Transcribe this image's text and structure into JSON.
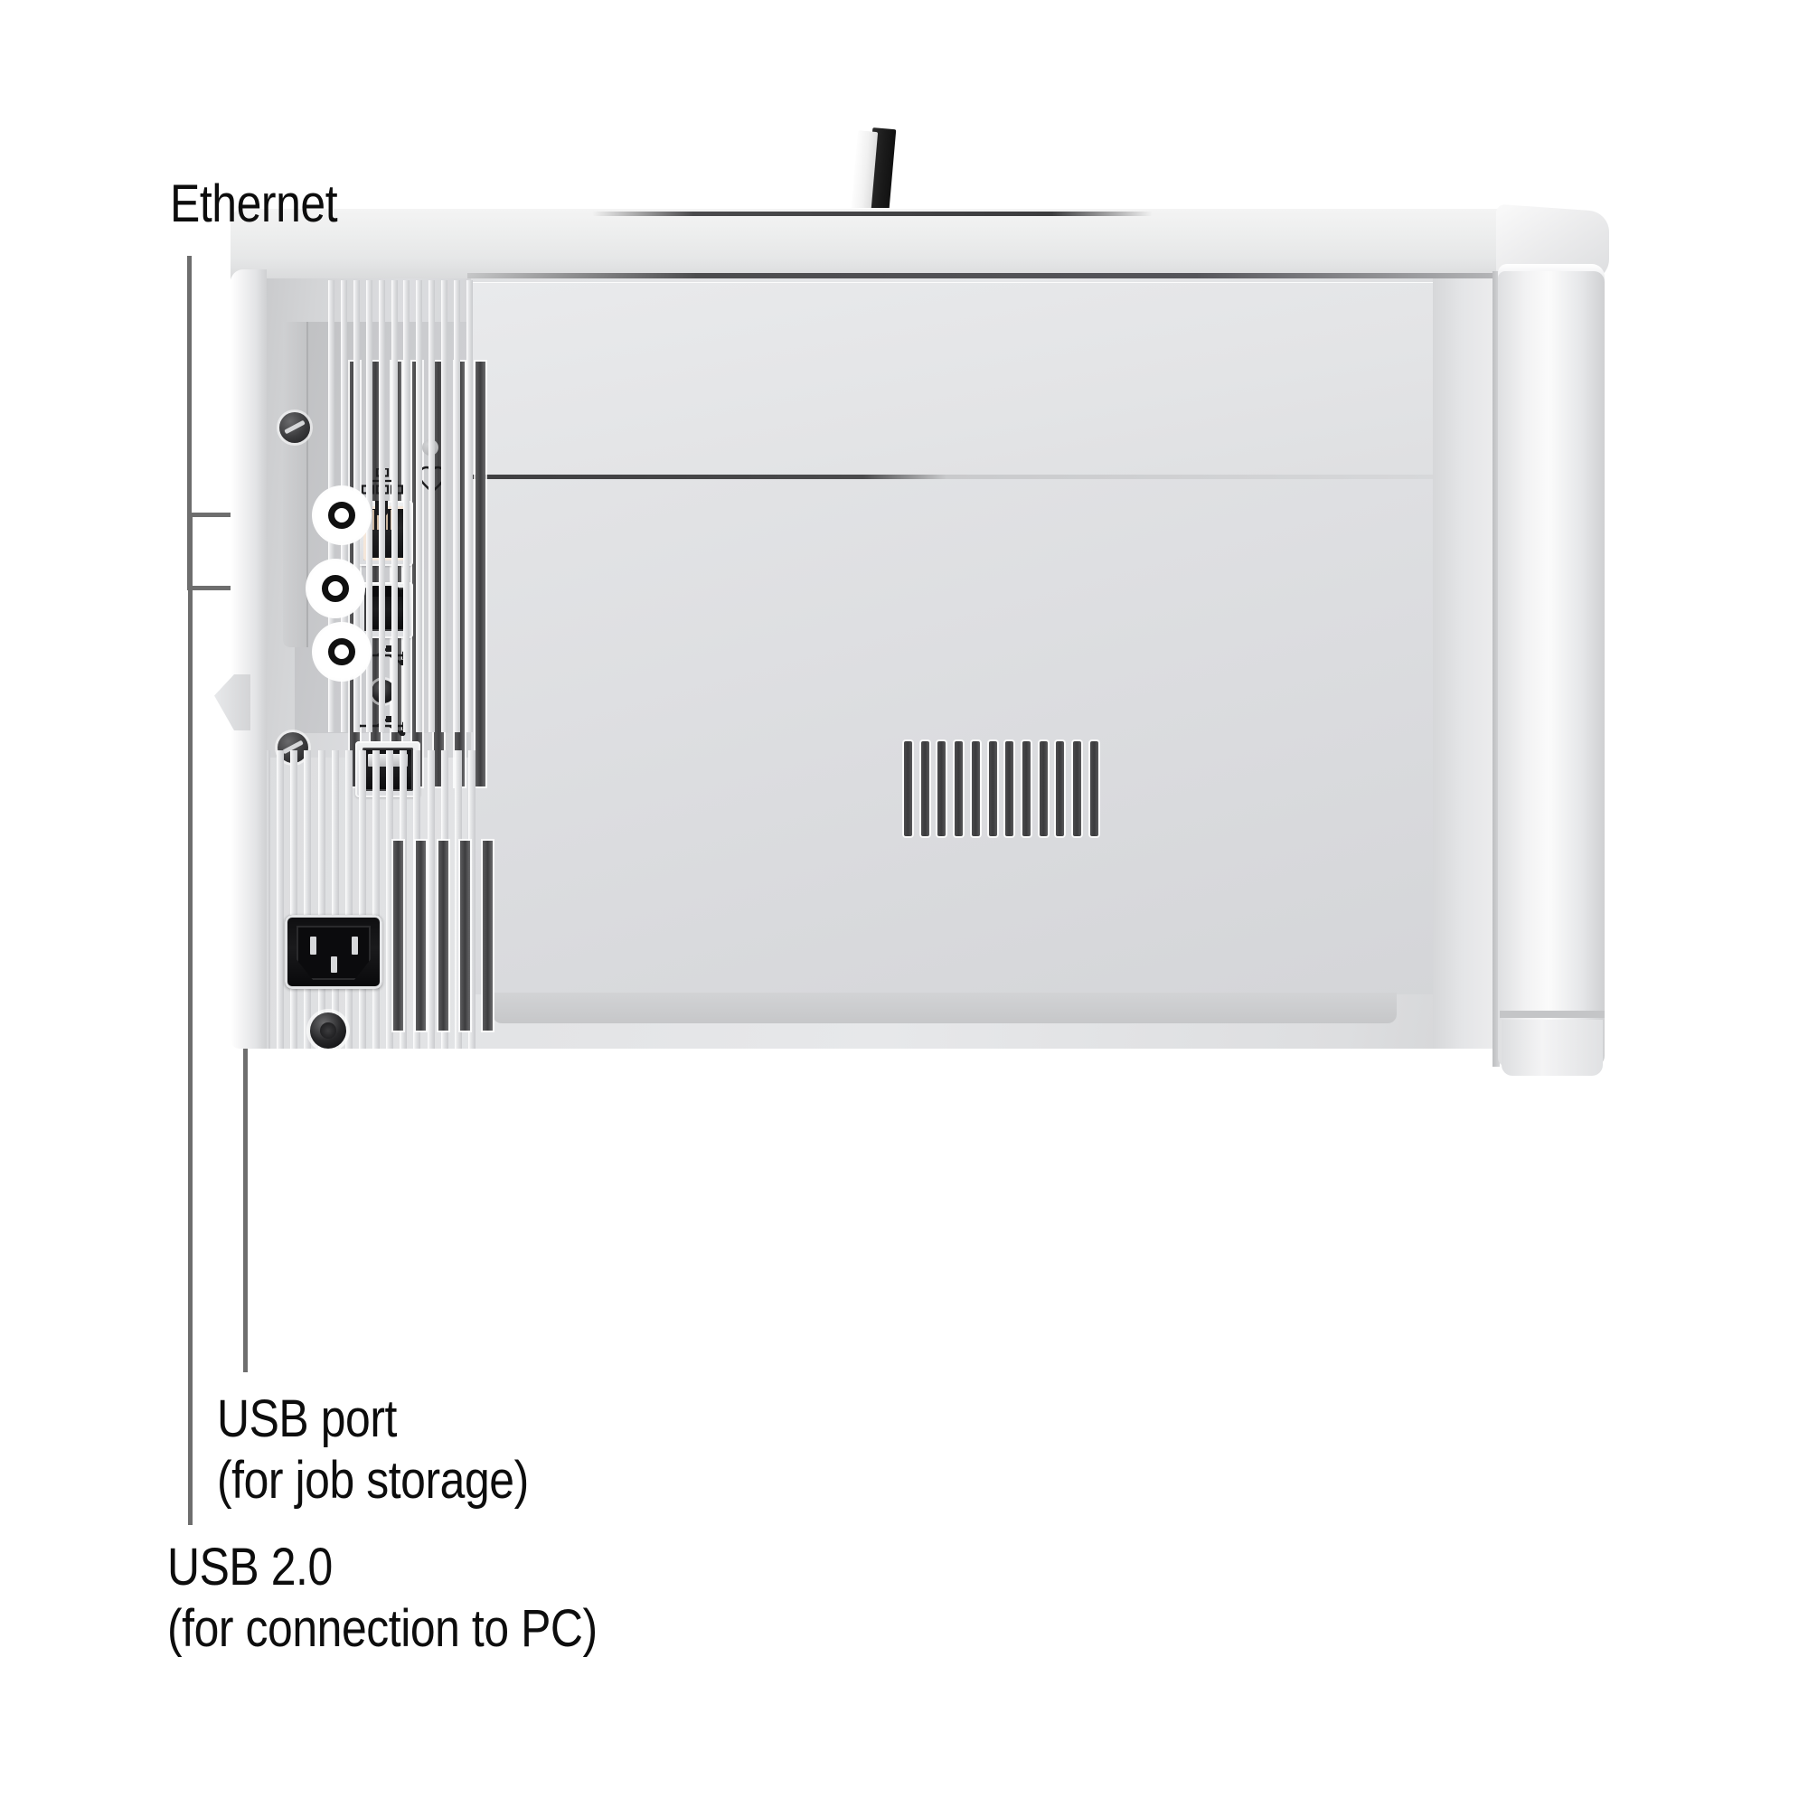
{
  "image": {
    "subject": "laser printer rear view",
    "background_color": "#ffffff"
  },
  "callouts": [
    {
      "id": "ethernet",
      "label": "Ethernet",
      "lines": [
        "Ethernet"
      ],
      "port_icon": "network-port-icon",
      "marker": "ring-marker"
    },
    {
      "id": "usb-storage",
      "label": "USB port\n(for job storage)",
      "lines": [
        "USB port",
        "(for job storage)"
      ],
      "port_icon": "usb-a-port-icon",
      "marker": "ring-marker"
    },
    {
      "id": "usb-pc",
      "label": "USB 2.0\n(for connection to PC)",
      "lines": [
        "USB 2.0",
        "(for connection to PC)"
      ],
      "port_icon": "usb-b-port-icon",
      "marker": "ring-marker"
    }
  ],
  "colors": {
    "label_text": "#0d0d0d",
    "leader_line": "#6e6e6e",
    "marker_ring": "#101010",
    "marker_halo": "#ffffff",
    "chassis_light": "#ececed",
    "chassis_mid": "#d9dadc",
    "chassis_shadow": "#c6c7c9",
    "port_dark": "#121214",
    "vent_slot": "#3e3e40"
  },
  "printer": {
    "ports": [
      {
        "name": "ethernet-rj45-port",
        "type": "RJ45"
      },
      {
        "name": "usb-b-port",
        "type": "USB 2.0 Type-B"
      },
      {
        "name": "usb-a-port",
        "type": "USB Type-A"
      },
      {
        "name": "power-inlet",
        "type": "IEC C14"
      },
      {
        "name": "auxiliary-round-port",
        "type": "round"
      }
    ],
    "vents": {
      "center_slot_count": 12,
      "upper_dark_slot_count": 7,
      "lower_dark_slot_count": 5,
      "upper_rib_count": 12,
      "lower_rib_count": 16
    },
    "fasteners": {
      "thumbscrew_count": 2
    }
  }
}
